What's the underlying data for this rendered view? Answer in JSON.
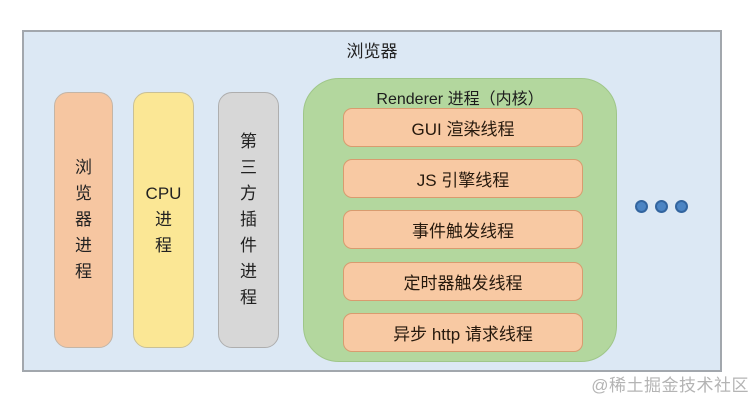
{
  "frame": {
    "title": "浏览器"
  },
  "processes": {
    "browser": {
      "label": "浏\n览\n器\n进\n程"
    },
    "cpu": {
      "label": "CPU\n进\n程"
    },
    "plugin": {
      "label": "第\n三\n方\n插\n件\n进\n程"
    }
  },
  "renderer": {
    "title": "Renderer 进程（内核）",
    "threads": [
      "GUI 渲染线程",
      "JS 引擎线程",
      "事件触发线程",
      "定时器触发线程",
      "异步 http 请求线程"
    ]
  },
  "ellipsis_dot_count": 3,
  "watermark": "@稀土掘金技术社区",
  "colors": {
    "frame_background": "#dce8f4",
    "frame_border": "#a2a7ad",
    "browser_process_fill": "#f6c6a1",
    "cpu_process_fill": "#fbe795",
    "plugin_process_fill": "#d7d7d7",
    "renderer_fill": "#b3d79e",
    "thread_fill": "#f8c9a3",
    "thread_border": "#d99b6f",
    "dot_fill": "#4c85c4",
    "dot_border": "#33659f",
    "text": "#222222",
    "watermark_text": "#b4b4b4"
  }
}
